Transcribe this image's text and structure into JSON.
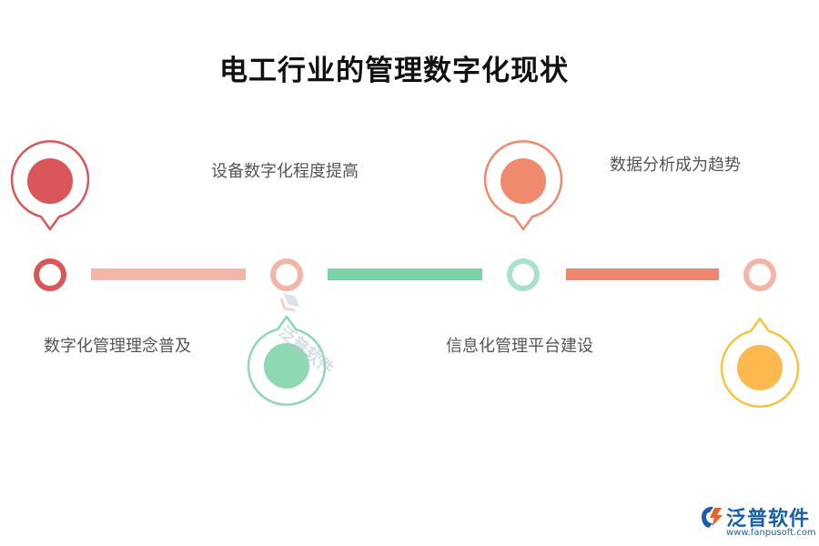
{
  "title": "电工行业的管理数字化现状",
  "steps": [
    {
      "label": "数字化管理理念普及",
      "color": "#d9575a",
      "ring_color": "#d9575a"
    },
    {
      "label": "设备数字化程度提高",
      "color": "#8ed8b4",
      "ring_color": "#f2b6a8"
    },
    {
      "label": "信息化管理平台建设",
      "color": "#f08a6e",
      "ring_color": "#a8e2c8"
    },
    {
      "label": "数据分析成为趋势",
      "color": "#fdb94e",
      "ring_color": "#f2b6a8"
    }
  ],
  "connectors": [
    {
      "color": "#f2b6a8"
    },
    {
      "color": "#7dd3a8"
    },
    {
      "color": "#ee8870"
    }
  ],
  "watermark": {
    "text": "泛普软件"
  },
  "logo": {
    "name": "泛普软件",
    "url": "www.fanpusoft.com"
  }
}
